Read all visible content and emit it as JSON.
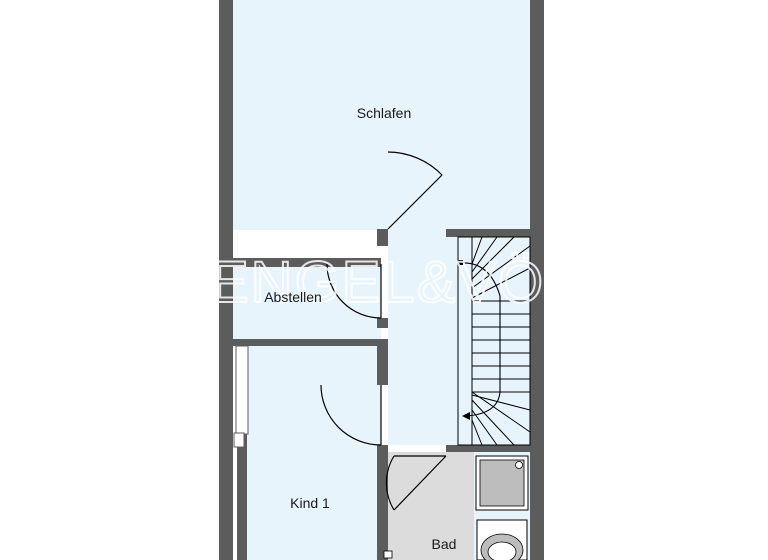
{
  "rooms": {
    "schlafen": "Schlafen",
    "abstellen": "Abstellen",
    "kind1": "Kind 1",
    "bad": "Bad"
  },
  "watermark": "ENGEL&VÖLKERS",
  "colors": {
    "wall": "#5c5c5c",
    "room_fill": "#e8f4fb",
    "bath_fill": "#dcdcdc",
    "line": "#000000"
  }
}
